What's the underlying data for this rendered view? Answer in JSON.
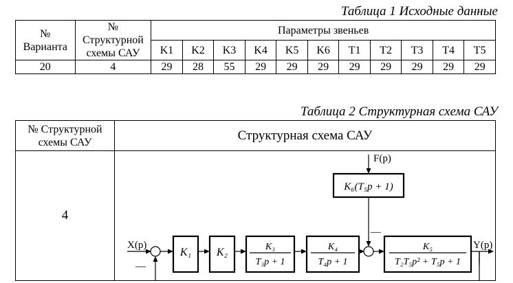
{
  "table1": {
    "caption": "Таблица 1 Исходные данные",
    "headers": {
      "variant_line1": "№",
      "variant_line2": "Варианта",
      "scheme_line1": "№",
      "scheme_line2": "Структурной",
      "scheme_line3": "схемы САУ",
      "params": "Параметры звеньев"
    },
    "param_names": [
      "K1",
      "K2",
      "K3",
      "K4",
      "K5",
      "K6",
      "T1",
      "T2",
      "T3",
      "T4",
      "T5"
    ],
    "row": {
      "variant": "20",
      "scheme": "4",
      "values": [
        "29",
        "28",
        "55",
        "29",
        "29",
        "29",
        "29",
        "29",
        "29",
        "29",
        "29"
      ]
    }
  },
  "table2": {
    "caption": "Таблица 2 Структурная схема САУ",
    "header_left_line1": "№ Структурной",
    "header_left_line2": "схемы САУ",
    "header_right": "Структурная схема САУ",
    "scheme_number": "4",
    "diagram": {
      "input_label": "X(p)",
      "output_label": "Y(p)",
      "disturbance_label": "F(p)",
      "minus_sign": "—",
      "b1": "K₁",
      "b2": "K₂",
      "b3_num": "K₃",
      "b3_den": "T₃p + 1",
      "b4_num": "K₄",
      "b4_den": "T₄p + 1",
      "b5_num": "K₅",
      "b5_den": "T₂T₅p² + T₅p + 1",
      "b6": "K₆(T₅p + 1)"
    }
  }
}
